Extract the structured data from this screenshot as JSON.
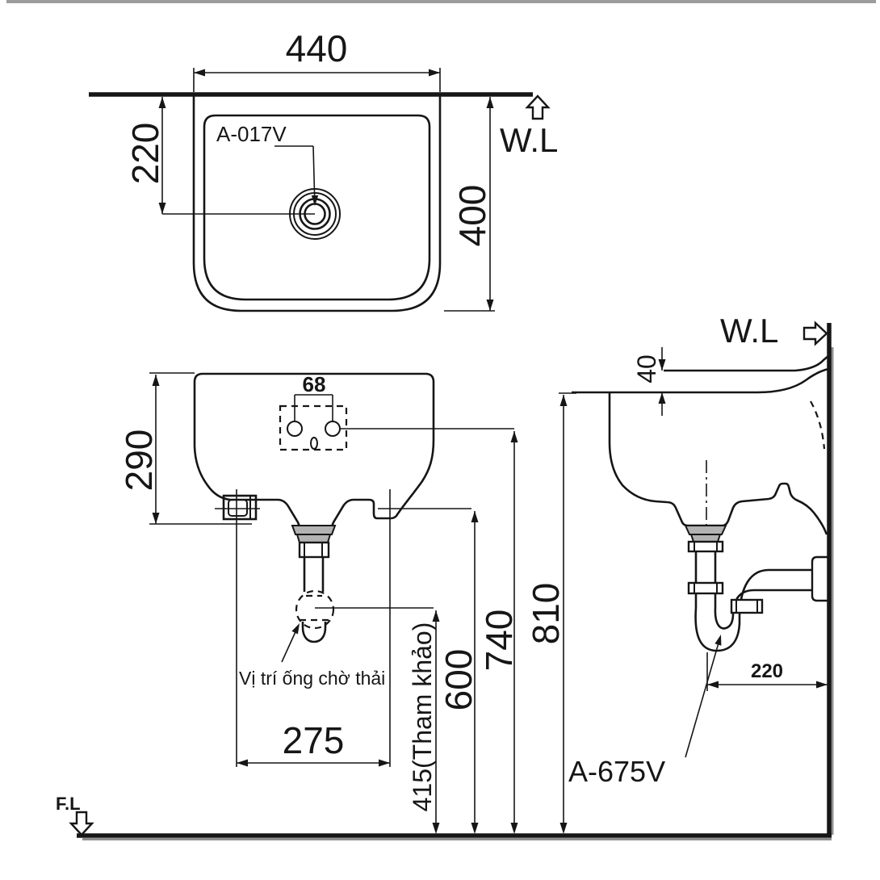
{
  "colors": {
    "ink": "#161616",
    "paper": "#ffffff",
    "shadow": "#8f8f8f",
    "fitting_fill": "#b3b3b3",
    "topbar": "#9c9c9c"
  },
  "labels": {
    "water_line_top": "W.L",
    "water_line_side": "W.L",
    "floor_line": "F.L",
    "drain_model": "A-017V",
    "trap_model": "A-675V",
    "waste_pipe_note": "Vị trí ống chờ thải"
  },
  "dimensions": {
    "top_view": {
      "width": "440",
      "drain_setout": "220",
      "depth": "400"
    },
    "front_view": {
      "hole_pitch": "68",
      "body_height": "290",
      "outlet_span": "275",
      "waste_pipe_height": "415(Tham khảo)",
      "side_outlet_height": "600",
      "mount_hole_height": "740"
    },
    "side_view": {
      "rim_to_wl": "40",
      "rim_height": "810",
      "trap_to_wall": "220"
    }
  }
}
